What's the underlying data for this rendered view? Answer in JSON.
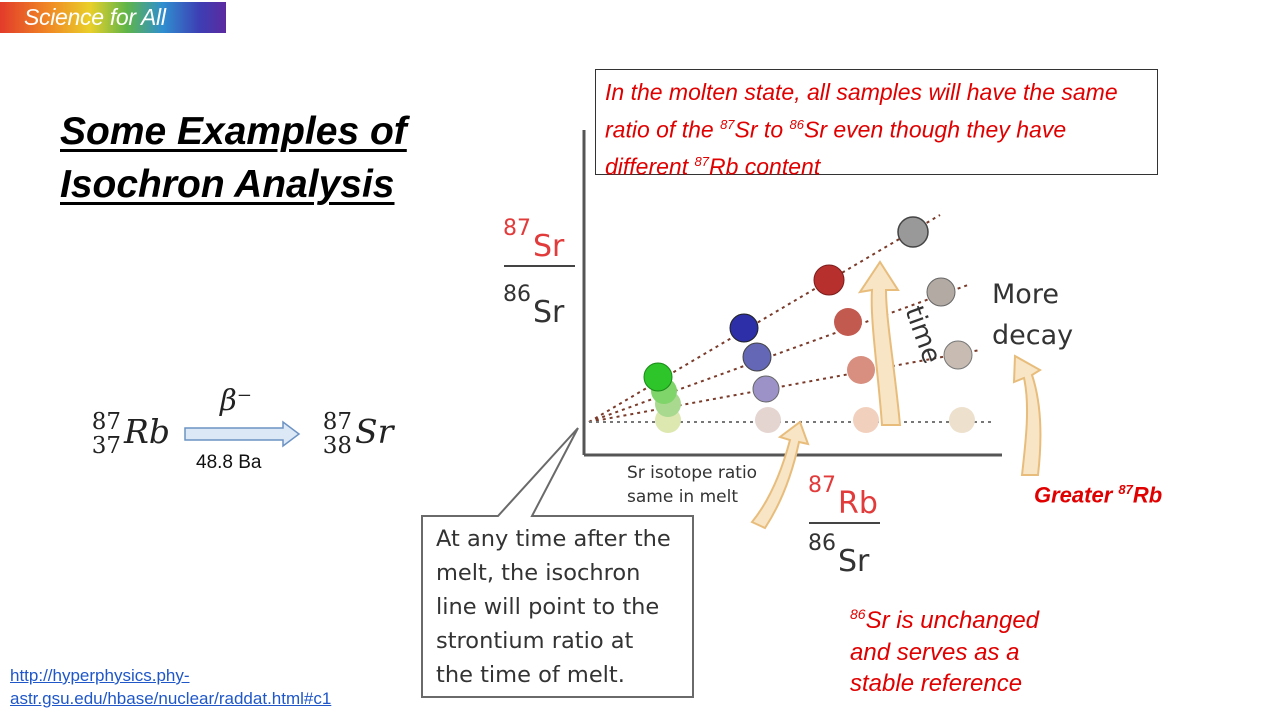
{
  "brand": {
    "label": "Science for All"
  },
  "title": {
    "line1": "Some Examples of",
    "line2": "Isochron Analysis"
  },
  "equation": {
    "parent": {
      "mass": "87",
      "atomic": "37",
      "symbol": "Rb"
    },
    "daughter": {
      "mass": "87",
      "atomic": "38",
      "symbol": "Sr"
    },
    "decay": "β⁻",
    "half_life": "48.8 Ba"
  },
  "callout_top": {
    "part1": "In the molten state, all samples will have the same ratio of the ",
    "sup1": "87",
    "part2": "Sr to ",
    "sup2": "86",
    "part3": "Sr even though they have different ",
    "sup3": "87",
    "part4": "Rb content"
  },
  "diagram": {
    "y_axis": {
      "num_mass": "87",
      "num_symbol": "Sr",
      "den_mass": "86",
      "den_symbol": "Sr"
    },
    "x_axis": {
      "num_mass": "87",
      "num_symbol": "Rb",
      "den_mass": "86",
      "den_symbol": "Sr"
    },
    "time_label": "time",
    "more_decay_line1": "More",
    "more_decay_line2": "decay",
    "melt_label_line1": "Sr isotope ratio",
    "melt_label_line2": "same in melt",
    "bubble_lines": [
      "At any time after the",
      "melt, the isochron",
      "line will point to the",
      "strontium ratio at",
      "the time of melt."
    ],
    "colors": {
      "red_text": "#e00000",
      "arrow_fill": "#f7e5c6",
      "arrow_stroke": "#e8bd7c"
    }
  },
  "greater_rb": {
    "label": "Greater ",
    "sup": "87",
    "tail": "Rb"
  },
  "sr86_note": {
    "sup": "86",
    "line1_tail": "Sr is unchanged",
    "line2": "and serves as a",
    "line3": "stable reference"
  },
  "source": {
    "line1": "http://hyperphysics.phy-",
    "line2": "astr.gsu.edu/hbase/nuclear/raddat.html#c1"
  }
}
